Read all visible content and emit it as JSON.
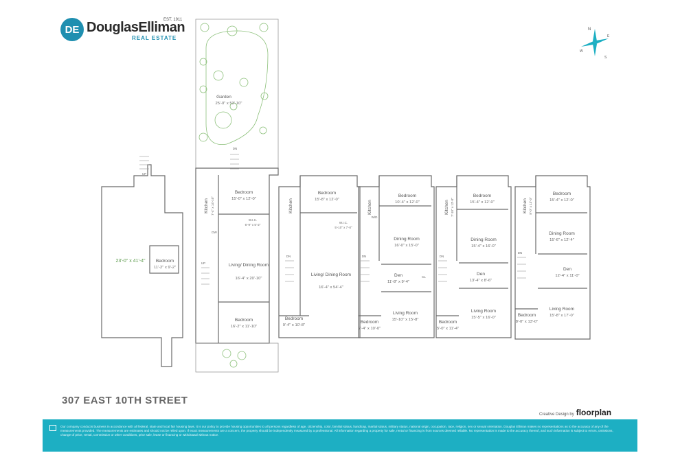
{
  "logo": {
    "monogram": "DE",
    "brand": "DouglasElliman",
    "est": "EST. 1911",
    "sub": "REAL ESTATE"
  },
  "compass": {
    "n": "N",
    "s": "S",
    "e": "E",
    "w": "W"
  },
  "plan": {
    "cellar": {
      "area": "23'-0\" x 41'-4\"",
      "bedroom": "Bedroom",
      "bedroom_dim": "11'-2\" x 9'-2\""
    },
    "garden_level": {
      "garden": "Garden",
      "garden_dim": "25'-0\" x 53'-10\"",
      "bedroom_top": "Bedroom",
      "bedroom_top_dim": "15'-0\" x 12'-0\"",
      "kitchen": "Kitchen",
      "kitchen_dim": "7'-4\" x 14'-10\"",
      "wic": "W.I.C.",
      "wic_dim": "6'-9\" x 5'-2\"",
      "living": "Living/ Dining Room",
      "living_dim": "16'-4\" x 20'-10\"",
      "bedroom_bottom": "Bedroom",
      "bedroom_bottom_dim": "16'-2\" x 11'-10\""
    },
    "floor2": {
      "bedroom_top": "Bedroom",
      "bedroom_top_dim": "15'-8\" x 12'-0\"",
      "kitchen": "Kitchen",
      "wic": "W.I.C.",
      "wic_dim": "5'-10\" x 7'-0\"",
      "living": "Living/ Dining Room",
      "living_dim": "16'-4\" x 54'-4\"",
      "bedroom_bottom": "Bedroom",
      "bedroom_bottom_dim": "9'-4\" x 10'-8\""
    },
    "floor3": {
      "bedroom_top": "Bedroom",
      "bedroom_top_dim": "10'-4\" x 12'-0\"",
      "kitchen": "Kitchen",
      "dining": "Dining Room",
      "dining_dim": "16'-0\" x 15'-0\"",
      "den": "Den",
      "den_dim": "11'-8\" x 9'-4\"",
      "living": "Living Room",
      "living_dim": "15'-10\" x 15'-8\"",
      "bedroom_bottom": "Bedroom",
      "bedroom_bottom_dim": "7'-4\" x 10'-0\""
    },
    "floor4": {
      "bedroom_top": "Bedroom",
      "bedroom_top_dim": "15'-4\" x 12'-0\"",
      "kitchen": "Kitchen",
      "kitchen_dim": "7'-10\" x 13'-0\"",
      "dining": "Dining Room",
      "dining_dim": "15'-4\" x 16'-0\"",
      "den": "Den",
      "den_dim": "13'-4\" x 8'-6\"",
      "living": "Living Room",
      "living_dim": "15'-5\" x 16'-0\"",
      "bedroom_bottom": "Bedroom",
      "bedroom_bottom_dim": "5'-0\" x 11'-4\""
    },
    "floor5": {
      "bedroom_top": "Bedroom",
      "bedroom_top_dim": "15'-4\" x 12'-0\"",
      "kitchen": "Kitchen",
      "kitchen_dim": "8'-0\" x 13'-0\"",
      "dining": "Dining Room",
      "dining_dim": "15'-6\" x 12'-4\"",
      "den": "Den",
      "den_dim": "12'-4\" x 11'-0\"",
      "living": "Living Room",
      "living_dim": "15'-8\" x 17'-0\"",
      "bedroom_bottom": "Bedroom",
      "bedroom_bottom_dim": "8'-0\" x 13'-0\""
    },
    "small_labels": {
      "up": "UP",
      "dn": "DN",
      "dw": "DW",
      "w_d": "W/D",
      "cl": "CL"
    }
  },
  "title": "307 EAST 10TH STREET",
  "credit": {
    "prefix": "Creative Design by",
    "brand": "floorplan"
  },
  "footer": {
    "disclaimer": "Our company conducts business in accordance with all federal, state and local fair housing laws. It is our policy to provide housing opportunities to all persons regardless of age, citizenship, color, familial status, handicap, marital status, military status, national origin, occupation, race, religion, sex or sexual orientation. Douglas Elliman makes no representations as to the accuracy of any of the measurements provided. The measurements are estimates and should not be relied upon. If exact measurements are a concern, the property should be independently measured by a professional. All information regarding a property for sale, rental or financing is from sources deemed reliable. No representation is made to the accuracy thereof, and such information is subject to errors, omissions, change of price, rental, commission or other conditions, prior sale, lease or financing or withdrawal without notice."
  },
  "colors": {
    "accent": "#1dafc3",
    "brand": "#1f8fb0",
    "garden": "#7fbf6a"
  }
}
